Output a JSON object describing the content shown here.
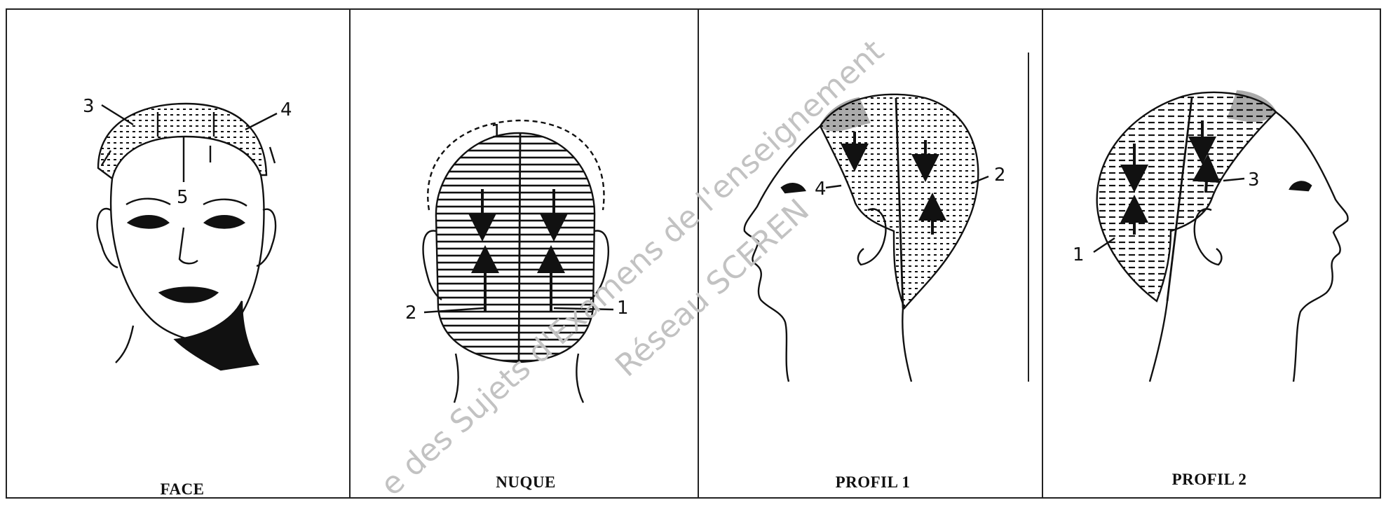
{
  "panels": [
    {
      "caption": "FACE"
    },
    {
      "caption": "NUQUE"
    },
    {
      "caption": "PROFIL 1"
    },
    {
      "caption": "PROFIL 2"
    }
  ],
  "face_numbers": {
    "n3": "3",
    "n4": "4",
    "n5": "5"
  },
  "nuque_numbers": {
    "n1": "1",
    "n2": "2",
    "n1b": "1"
  },
  "profil1_numbers": {
    "n4": "4",
    "n2": "2"
  },
  "profil2_numbers": {
    "n3": "3",
    "n1": "1"
  },
  "watermark": {
    "line1": "e des Sujets d'Examens de l'enseignement",
    "line2": "Réseau SCEREN"
  },
  "colors": {
    "ink": "#111111",
    "watermark": "#b8b8b8"
  }
}
